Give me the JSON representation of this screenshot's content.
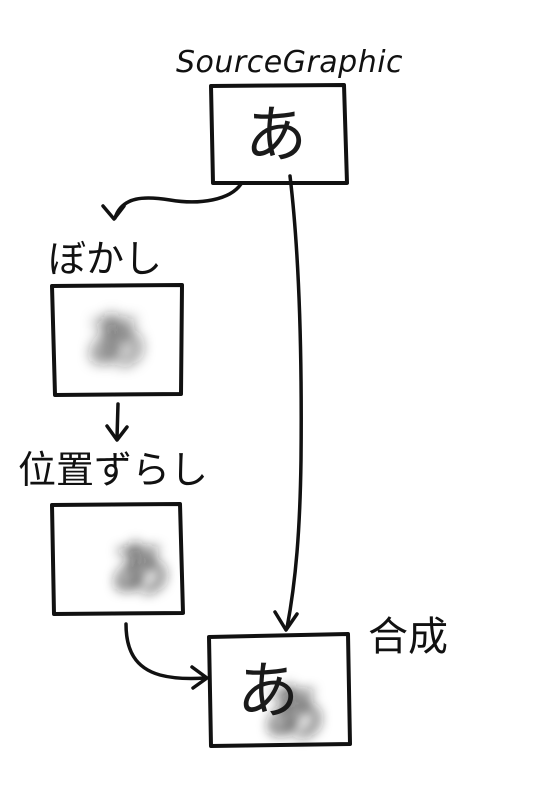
{
  "nodes": {
    "source": {
      "label": "SourceGraphic",
      "glyph": "あ"
    },
    "blur": {
      "label": "ぼかし",
      "glyph": "あ"
    },
    "offset": {
      "label": "位置ずらし",
      "glyph": "あ"
    },
    "composite": {
      "label": "合成",
      "glyph": "あ"
    }
  },
  "colors": {
    "ink": "#111111",
    "background": "#ffffff",
    "shadow": "#8a8a8a"
  }
}
